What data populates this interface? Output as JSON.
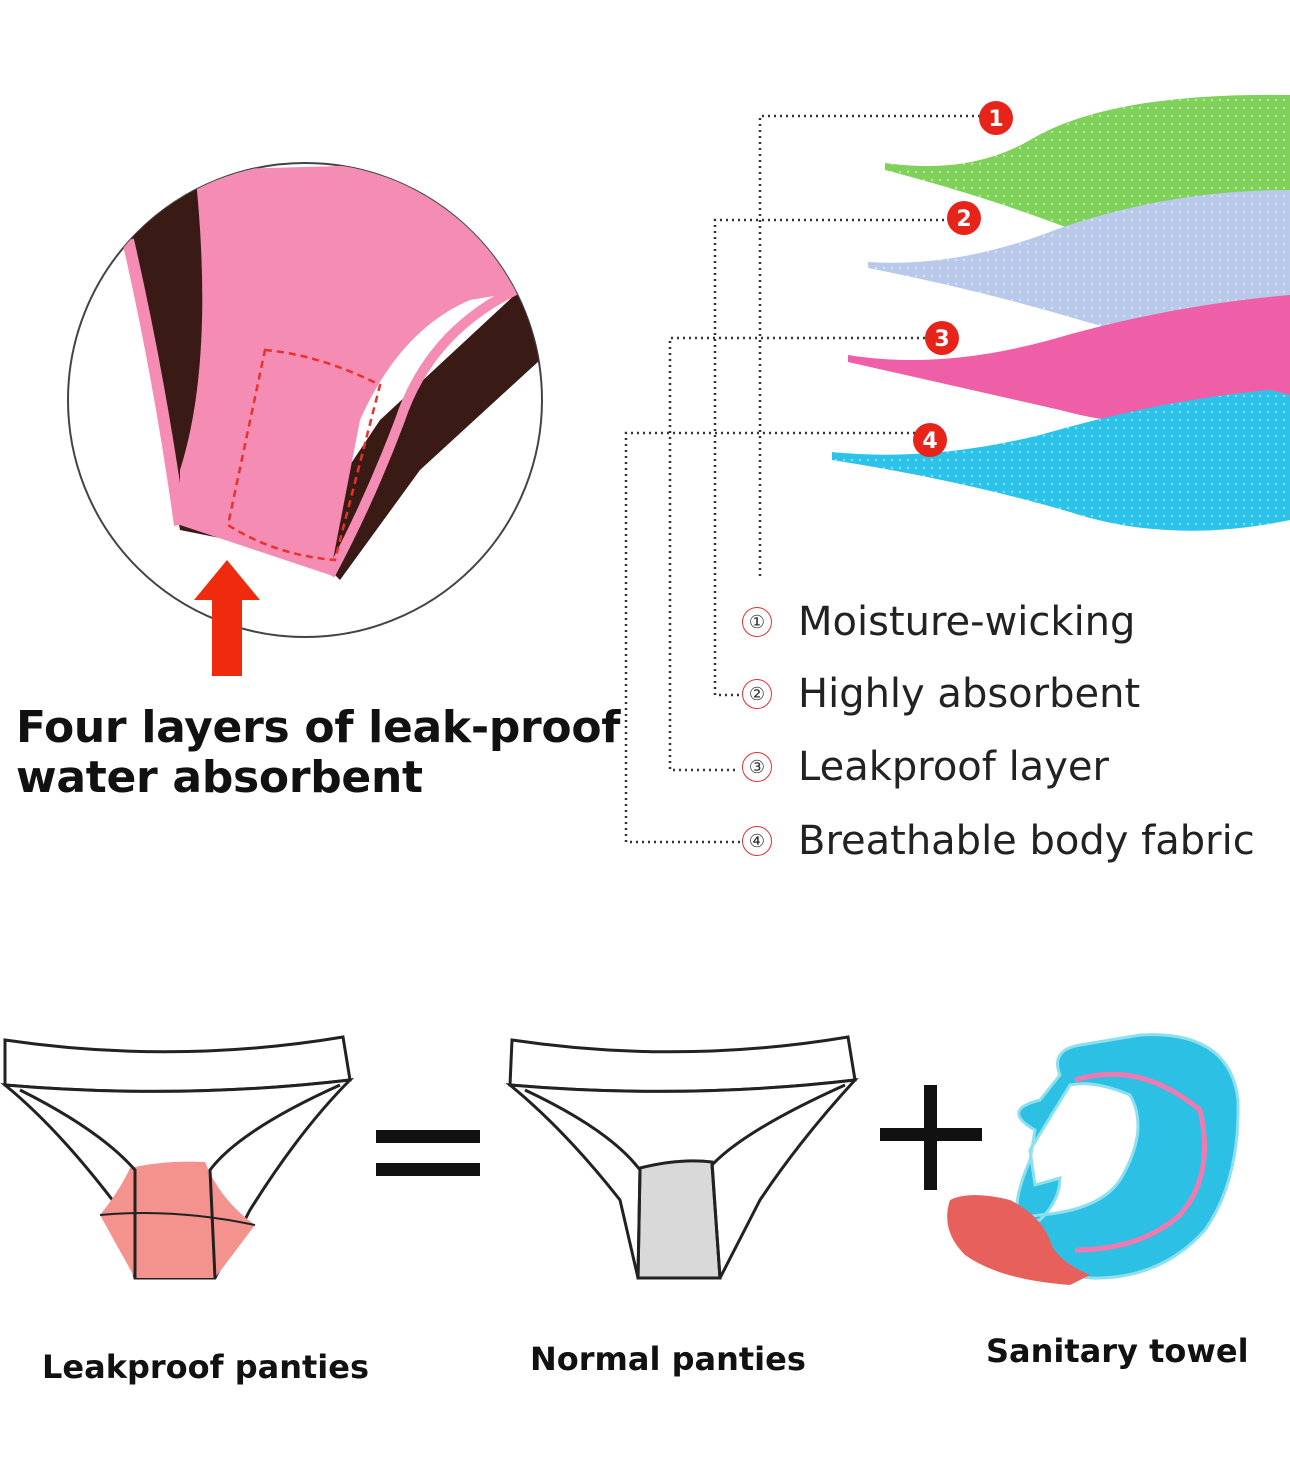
{
  "headline": {
    "line1": "Four layers of leak-proof",
    "line2": "water absorbent"
  },
  "layers": [
    {
      "num": "1",
      "label": "Moisture-wicking",
      "color": "#7fd15a"
    },
    {
      "num": "2",
      "label": "Highly absorbent",
      "color": "#b9c9ea"
    },
    {
      "num": "3",
      "label": "Leakproof layer",
      "color": "#ef5fa8"
    },
    {
      "num": "4",
      "label": "Breathable body fabric",
      "color": "#2cc3ea"
    }
  ],
  "legend_marks": [
    "①",
    "②",
    "③",
    "④"
  ],
  "comparison": {
    "leakproof_label": "Leakproof panties",
    "normal_label": "Normal panties",
    "towel_label": "Sanitary towel"
  },
  "colors": {
    "badge": "#e8231a",
    "arrow": "#f02a0c",
    "panty_pink": "#f48cb4",
    "panty_dark": "#3a1a14",
    "gusset_leakproof": "#f4928d",
    "gusset_normal": "#d9d9d9"
  }
}
